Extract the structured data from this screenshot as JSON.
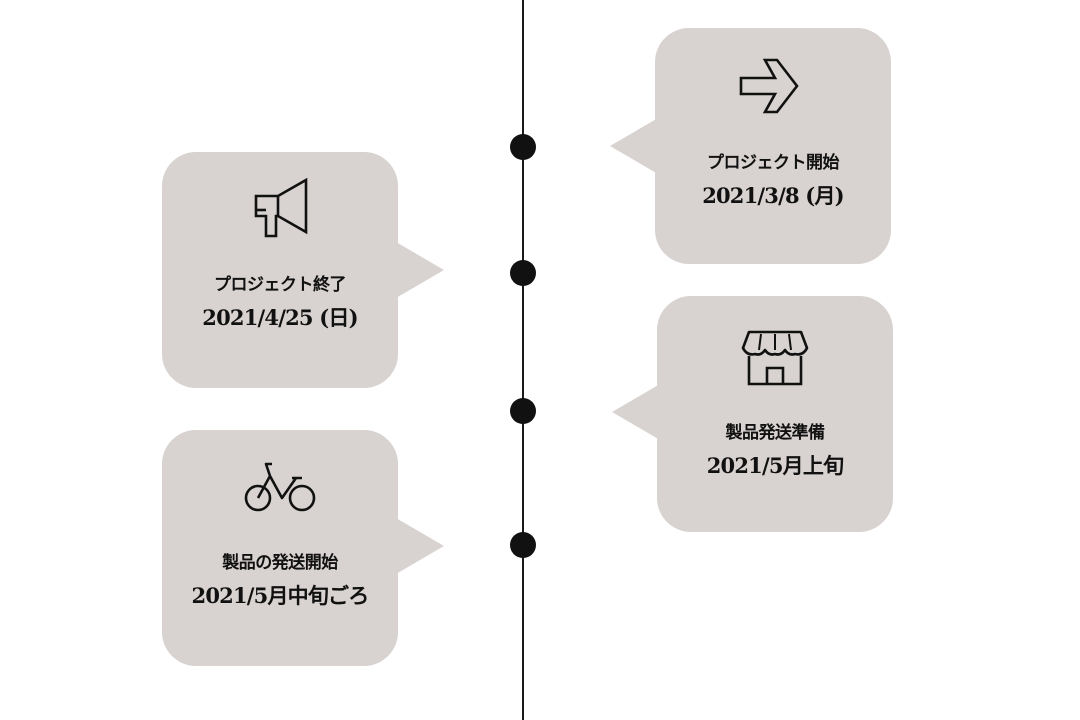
{
  "colors": {
    "card_background": "#d8d2d0",
    "line": "#1a1a1a",
    "dot": "#111111",
    "text": "#111111"
  },
  "events": [
    {
      "icon": "arrow-right-icon",
      "title": "プロジェクト開始",
      "date": "2021/3/8 (月)"
    },
    {
      "icon": "megaphone-icon",
      "title": "プロジェクト終了",
      "date": "2021/4/25 (日)"
    },
    {
      "icon": "store-icon",
      "title": "製品発送準備",
      "date": "2021/5月上旬"
    },
    {
      "icon": "bicycle-icon",
      "title": "製品の発送開始",
      "date": "2021/5月中旬ごろ"
    }
  ]
}
